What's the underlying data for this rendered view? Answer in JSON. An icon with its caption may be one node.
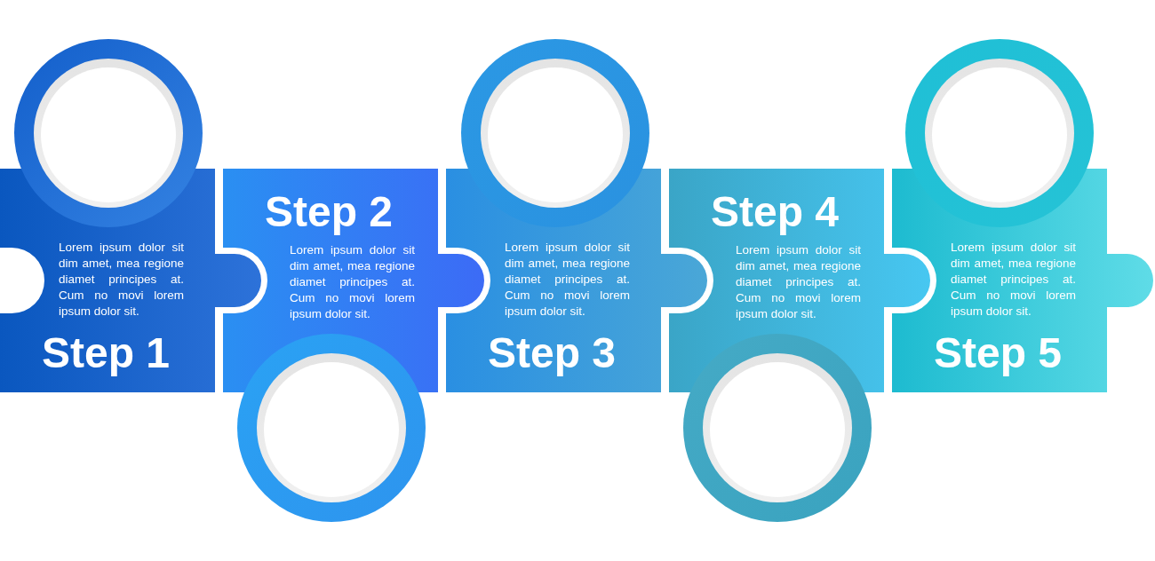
{
  "diagram": {
    "nodes": [
      {
        "text": [
          "Lorem ipsum dolor sit dim amet, mea regione diamet principes at. Cum no movi lorem ipsum dolor sit.",
          "Step 1"
        ]
      },
      {
        "text": [],
        "shape": "circle"
      },
      {
        "text": [
          "Step 2",
          "Lorem ipsum dolor sit dim amet, mea regione diamet principes at. Cum no movi lorem ipsum dolor sit."
        ]
      },
      {
        "text": [],
        "shape": "circle"
      },
      {
        "text": [
          "Lorem ipsum dolor sit dim amet, mea regione diamet principes at. Cum no movi lorem ipsum dolor sit.",
          "Step 3"
        ]
      },
      {
        "text": [],
        "shape": "circle"
      },
      {
        "text": [
          "Step 4",
          "Lorem ipsum dolor sit dim amet, mea regione diamet principes at. Cum no movi lorem ipsum dolor sit."
        ]
      },
      {
        "text": [],
        "shape": "circle"
      },
      {
        "text": [
          "Lorem ipsum dolor sit dim amet, mea regione diamet principes at. Cum no movi lorem ipsum dolor sit.",
          "Step 5"
        ]
      },
      {
        "text": [],
        "shape": "circle"
      }
    ]
  }
}
